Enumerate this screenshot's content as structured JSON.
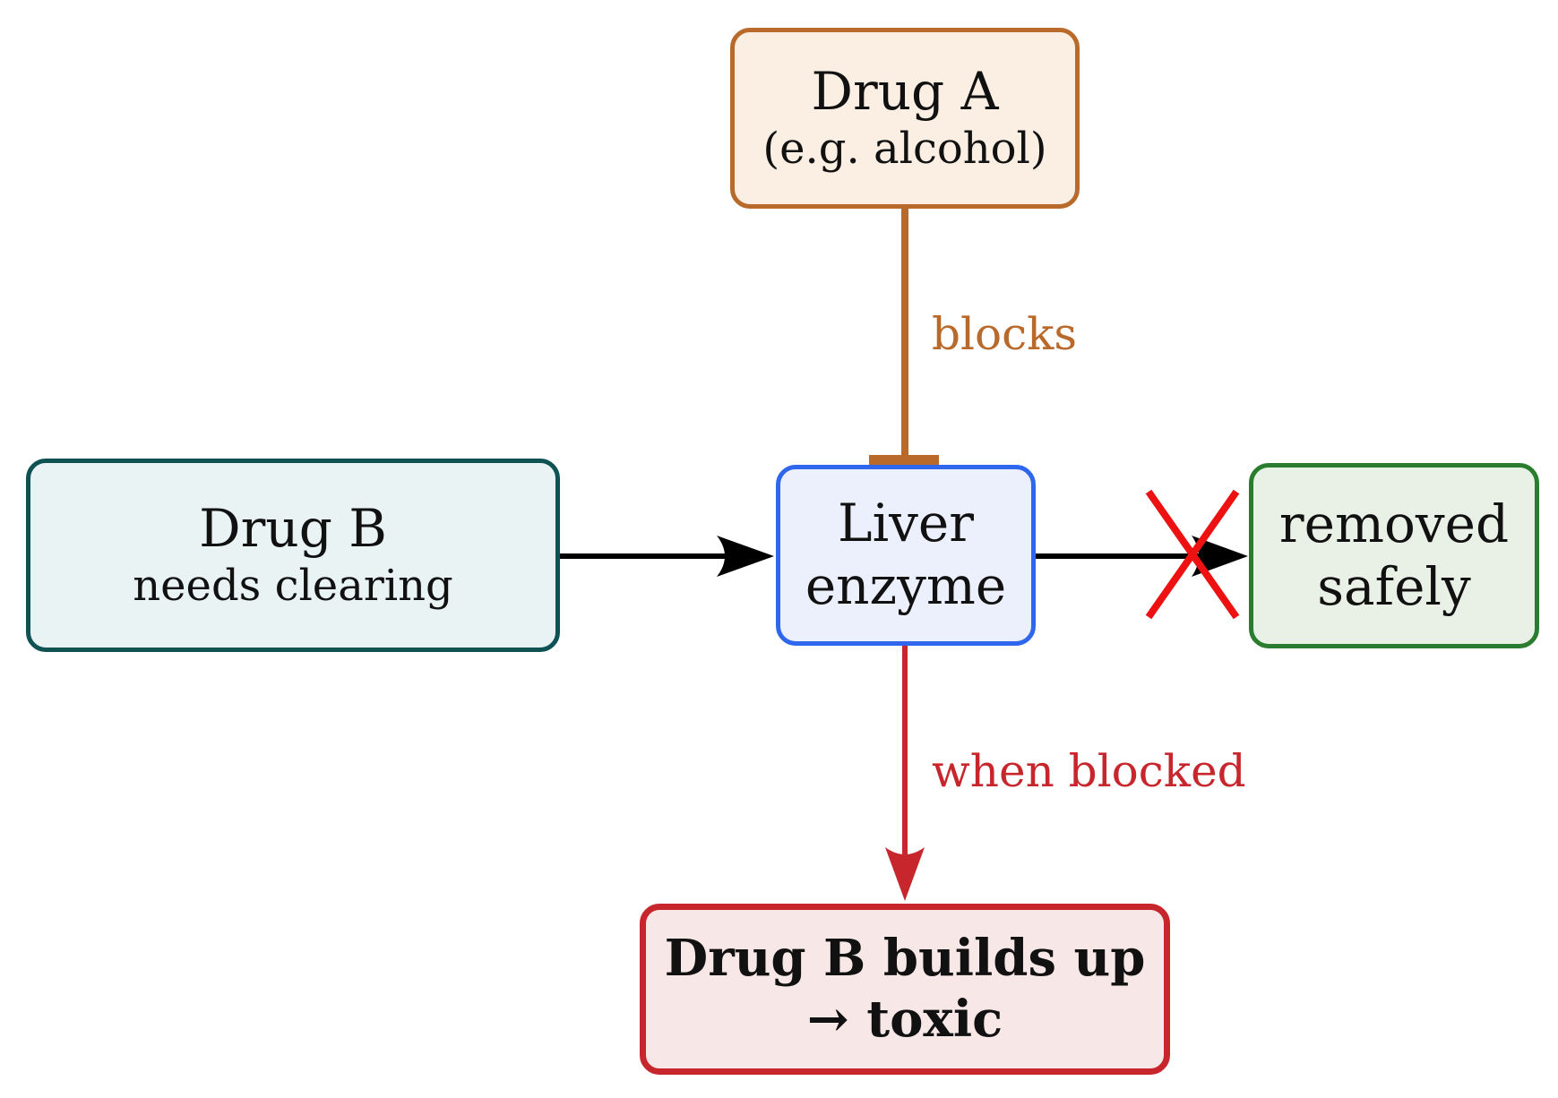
{
  "nodes": {
    "drug_a": {
      "line1": "Drug A",
      "line2": "(e.g. alcohol)"
    },
    "drug_b": {
      "line1": "Drug B",
      "line2": "needs clearing"
    },
    "liver": {
      "line1": "Liver",
      "line2": "enzyme"
    },
    "removed": {
      "line1": "removed",
      "line2": "safely"
    },
    "toxic": {
      "line1": "Drug B builds up",
      "line2": "→ toxic"
    }
  },
  "edges": {
    "blocks_label": "blocks",
    "when_blocked_label": "when blocked"
  },
  "colors": {
    "drug_a": "#b9692a",
    "drug_b": "#0e5254",
    "liver": "#2e66ee",
    "removed": "#2a7d2f",
    "toxic": "#c8262d",
    "cross": "#ee1111"
  }
}
